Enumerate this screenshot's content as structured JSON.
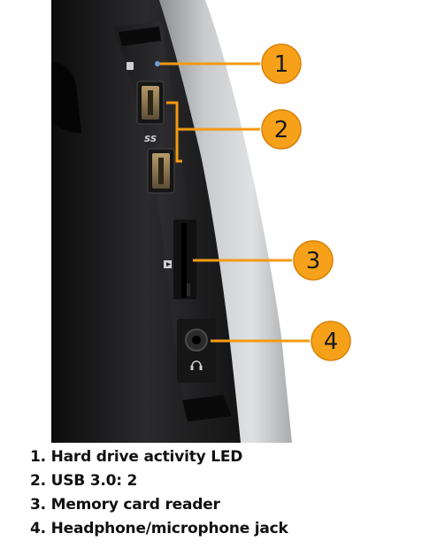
{
  "callouts": [
    {
      "number": "1",
      "label": "Hard drive activity LED"
    },
    {
      "number": "2",
      "label": "USB 3.0: 2"
    },
    {
      "number": "3",
      "label": "Memory card reader"
    },
    {
      "number": "4",
      "label": "Headphone/microphone jack"
    }
  ],
  "legend": [
    "1. Hard drive activity LED",
    "2. USB 3.0: 2",
    "3. Memory card reader",
    "4. Headphone/microphone jack"
  ],
  "port_labels": {
    "usb_logo": "SS"
  },
  "colors": {
    "callout_fill": "#f7a11a",
    "callout_stroke": "#d98209",
    "leader_line": "#f39a12",
    "bezel": "#1b1b1d",
    "silver_panel": "#b9bbbd"
  }
}
